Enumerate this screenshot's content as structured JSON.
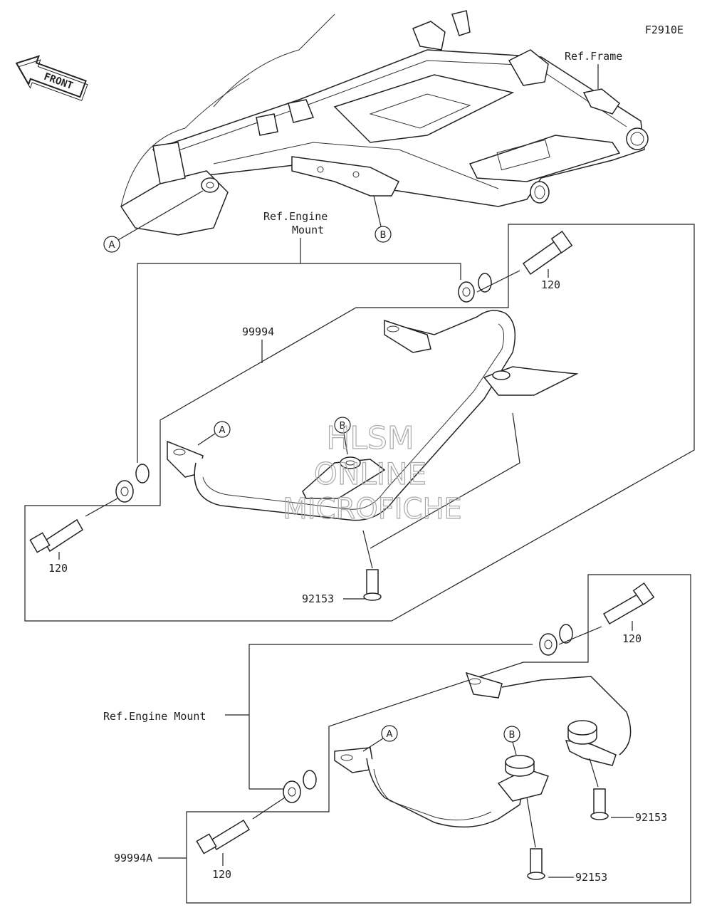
{
  "figure_code": "F2910E",
  "front_arrow": {
    "label": "FRONT"
  },
  "refs": {
    "frame": "Ref.Frame",
    "engine_mount_1a": "Ref.Engine",
    "engine_mount_1b": "Mount",
    "engine_mount_2": "Ref.Engine Mount"
  },
  "callouts": {
    "a": "A",
    "b": "B"
  },
  "parts": {
    "p99994": "99994",
    "p99994A": "99994A",
    "p120": "120",
    "p92153": "92153"
  },
  "watermark": {
    "line1": "HLSM",
    "line2": "ONLINE",
    "line3": "MICROFICHE"
  }
}
